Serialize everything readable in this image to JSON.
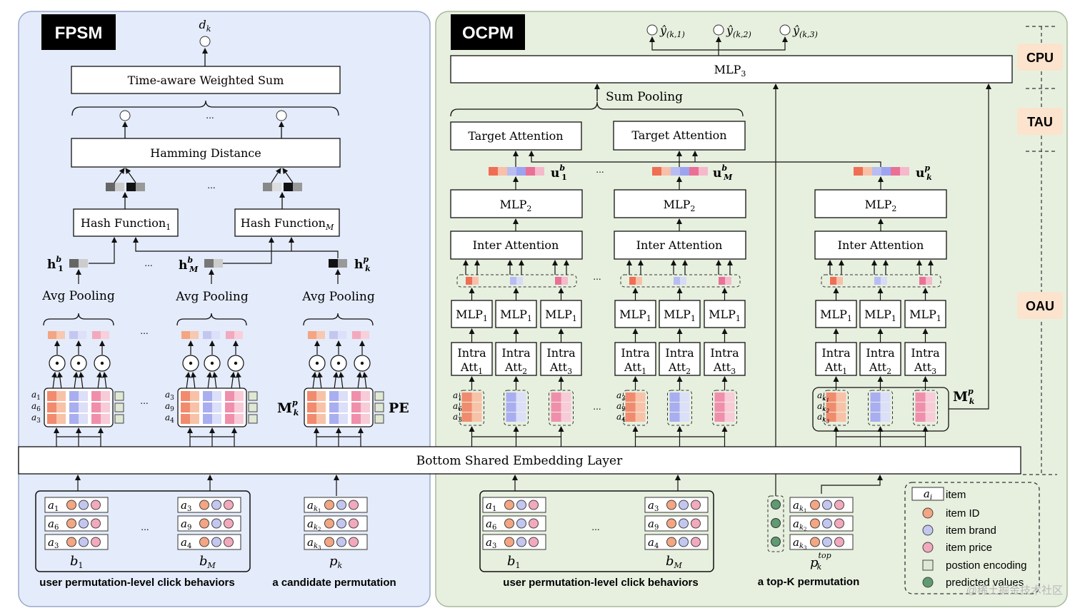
{
  "panels": {
    "fpsm": "FPSM",
    "ocpm": "OCPM"
  },
  "fpsm": {
    "output": "d",
    "output_sub": "k",
    "weighted_sum": "Time-aware Weighted Sum",
    "hamming": "Hamming Distance",
    "hash_main": "Hash Function",
    "hash1_sub": "1",
    "hashM_sub": "M",
    "h_main": "h",
    "h1_sub": "1",
    "h1_sup": "b",
    "hM_sub": "M",
    "hM_sup": "b",
    "hk_sub": "k",
    "hk_sup": "p",
    "avg_pooling": "Avg Pooling",
    "ellipsis": "...",
    "M_main": "M",
    "M_sub": "k",
    "M_sup": "p",
    "pe": "PE",
    "rows_b1": [
      "1",
      "6",
      "3"
    ],
    "rows_bM": [
      "3",
      "9",
      "4"
    ]
  },
  "ocpm": {
    "outputs": [
      {
        "main": "ŷ",
        "sub": "(k,1)"
      },
      {
        "main": "ŷ",
        "sub": "(k,2)"
      },
      {
        "main": "ŷ",
        "sub": "(k,3)"
      }
    ],
    "mlp3": "MLP",
    "mlp3_sub": "3",
    "sum_pooling": "Sum Pooling",
    "target_attention": "Target Attention",
    "u_main": "u",
    "u1_sub": "1",
    "u1_sup": "b",
    "uM_sub": "M",
    "uM_sup": "b",
    "uk_sub": "k",
    "uk_sup": "p",
    "mlp2": "MLP",
    "mlp2_sub": "2",
    "inter_attention": "Inter Attention",
    "mlp1": "MLP",
    "mlp1_sub": "1",
    "intra": "Intra",
    "att": "Att",
    "att_subs": [
      "1",
      "2",
      "3"
    ],
    "rows_b1": [
      "1",
      "6",
      "3"
    ],
    "rows_bM": [
      "3",
      "9",
      "4"
    ],
    "M_main": "M",
    "M_sub": "k",
    "M_sup": "p"
  },
  "stages": [
    "CPU",
    "TAU",
    "OAU"
  ],
  "bottom_embedding": "Bottom Shared Embedding Layer",
  "inputs": {
    "b_main": "b",
    "b1_sub": "1",
    "bM_sub": "M",
    "p_main": "p",
    "p_sub": "k",
    "ptop_sup": "top",
    "user_caption": "user permutation-level click behaviors",
    "candidate_caption": "a candidate permutation",
    "topk_caption": "a top-K permutation",
    "rows_b1": [
      "1",
      "6",
      "3"
    ],
    "rows_bM": [
      "3",
      "9",
      "4"
    ],
    "rows_p": [
      "1",
      "2",
      "3"
    ]
  },
  "legend": {
    "item_symbol": "a",
    "item_symbol_sub": "i",
    "item": "item",
    "item_id": "item ID",
    "item_brand": "item brand",
    "item_price": "item price",
    "position_encoding": "postion encoding",
    "predicted_values": "predicted values"
  },
  "watermark": "@稀土掘金技术社区",
  "colors": {
    "fpsm_bg": "#e4ebfa",
    "ocpm_bg": "#e7f0df",
    "stage_bg": "#fbe3cd",
    "item_id": "#f4a582",
    "item_brand": "#c3c7f0",
    "item_price": "#f3a9bd",
    "pe": "#dfe8d4",
    "predicted": "#5f9a70"
  }
}
